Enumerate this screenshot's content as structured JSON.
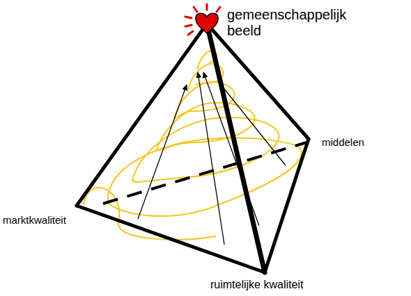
{
  "diagram": {
    "labels": [
      "gemeenschappelijk beeld",
      "middelen",
      "marktkwaliteit",
      "ruimtelijke kwaliteit"
    ]
  }
}
